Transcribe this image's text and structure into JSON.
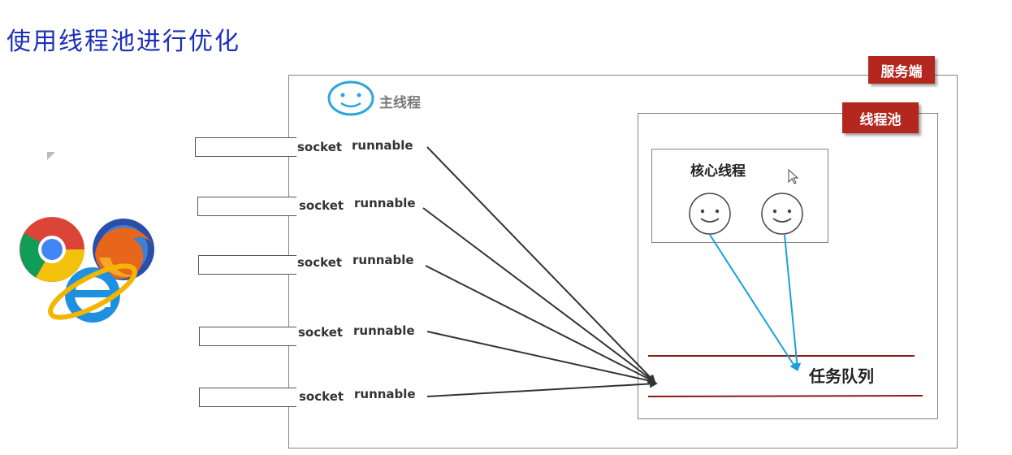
{
  "title": "使用线程池进行优化",
  "server": {
    "label": "服务端"
  },
  "thread_pool": {
    "label": "线程池"
  },
  "main_thread": {
    "label": "主线程",
    "icon": "smiley-icon"
  },
  "core_threads": {
    "label": "核心线程",
    "icon": "smiley-icon"
  },
  "task_queue": {
    "label": "任务队列"
  },
  "connections": [
    {
      "socket": "socket",
      "runnable": "runnable"
    },
    {
      "socket": "socket",
      "runnable": "runnable"
    },
    {
      "socket": "socket",
      "runnable": "runnable"
    },
    {
      "socket": "socket",
      "runnable": "runnable"
    },
    {
      "socket": "socket",
      "runnable": "runnable"
    }
  ],
  "browsers": [
    "chrome-icon",
    "firefox-icon",
    "internet-explorer-icon"
  ],
  "colors": {
    "title": "#1c2fb8",
    "tag": "#b3271f",
    "queue_line": "#8b1a12",
    "core_arrow": "#1aa0d8",
    "request_arrow": "#333333"
  }
}
